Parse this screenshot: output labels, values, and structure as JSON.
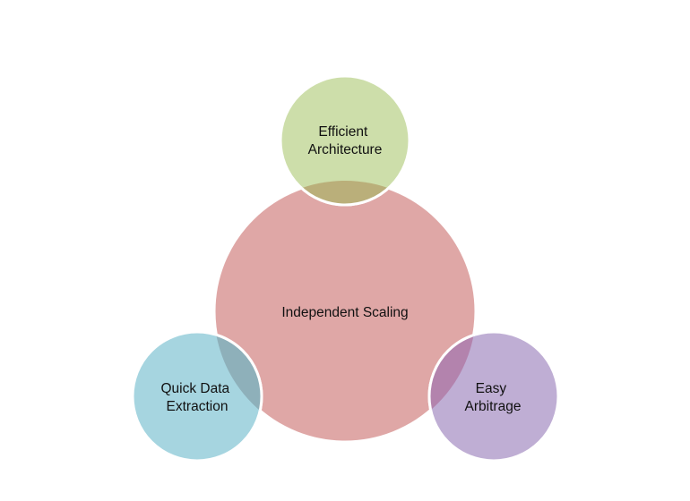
{
  "diagram": {
    "center": {
      "lines": [
        "Independent Scaling"
      ],
      "color": "#dfa7a6"
    },
    "satellites": [
      {
        "id": "top",
        "lines": [
          "Efficient",
          "Architecture"
        ],
        "color": "#cddeaa"
      },
      {
        "id": "left",
        "lines": [
          "Quick Data",
          "Extraction"
        ],
        "color": "#a6d5e0"
      },
      {
        "id": "right",
        "lines": [
          "Easy",
          "Arbitrage"
        ],
        "color": "#bfaed4"
      }
    ],
    "overlap_colors": {
      "top": "#baaf7a",
      "left": "#8eb0ba",
      "right": "#b383ad"
    }
  }
}
